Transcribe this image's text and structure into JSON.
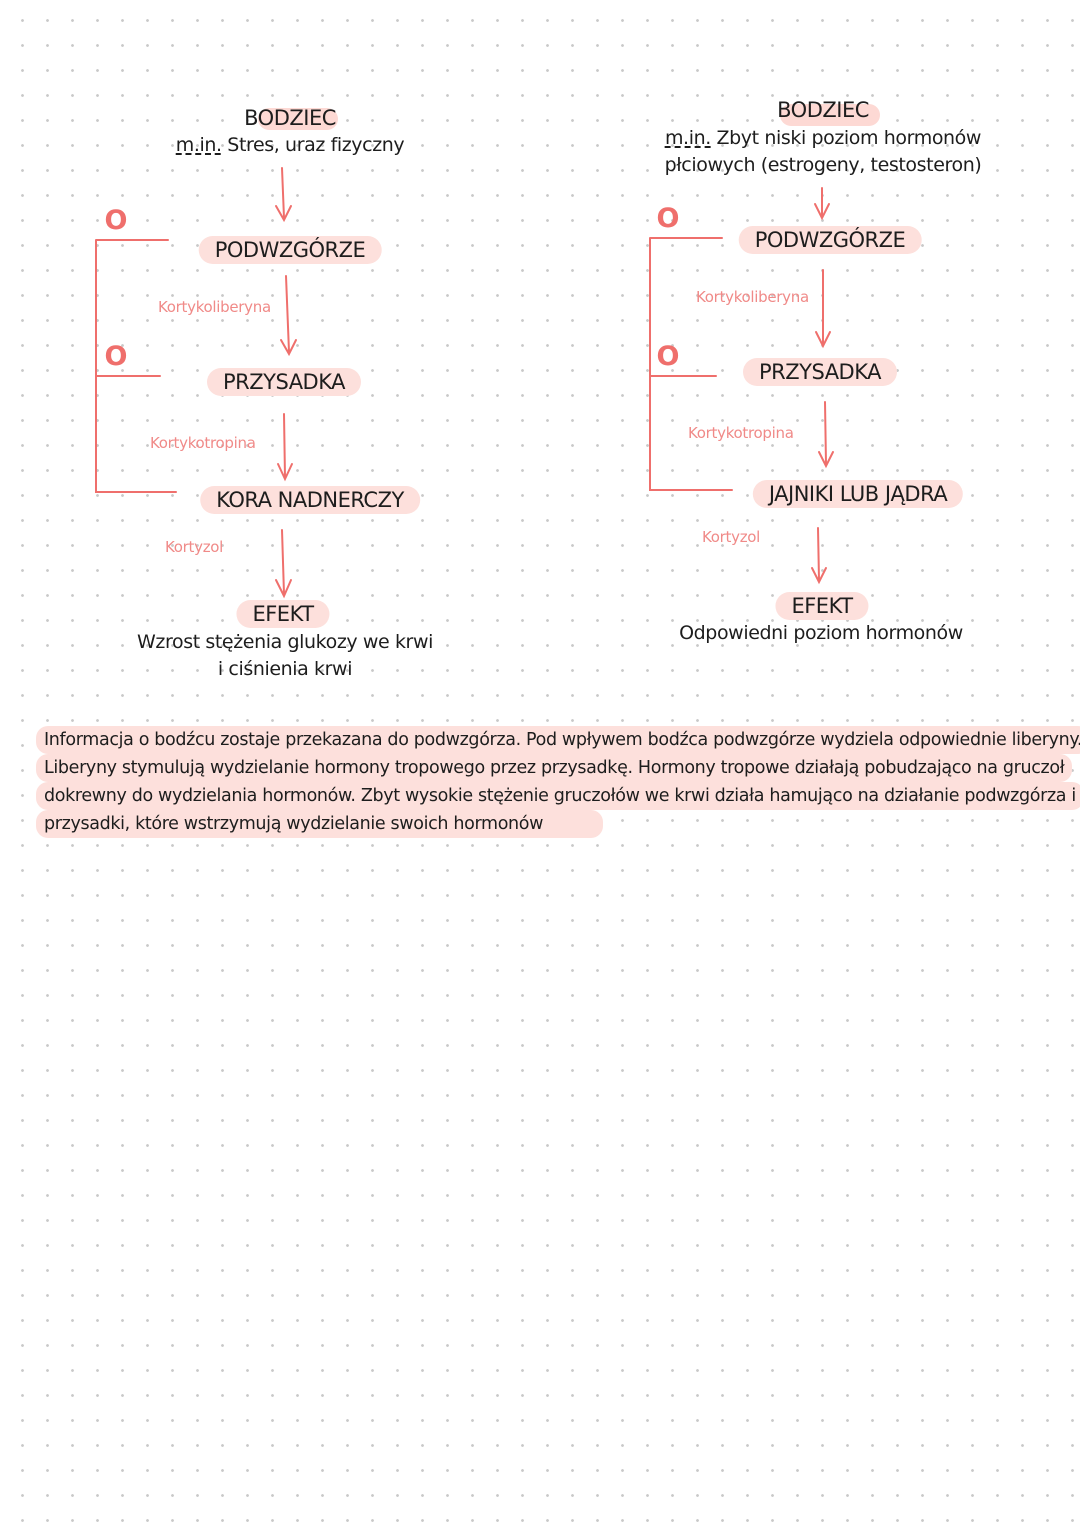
{
  "accent_color": "#ef6f6c",
  "highlight_color": "#fde0dc",
  "left": {
    "stimulus_title": "BODZIEC",
    "stimulus_abbr": "m.in.",
    "stimulus_text": "Stres, uraz fizyczny",
    "gland_1": "PODWZGÓRZE",
    "hormone_1": "Kortykoliberyna",
    "gland_2": "PRZYSADKA",
    "hormone_2": "Kortykotropina",
    "gland_3": "KORA NADNERCZY",
    "hormone_3": "Kortyzol",
    "effect_title": "EFEKT",
    "effect_line_1": "Wzrost stężenia glukozy we krwi",
    "effect_line_2": "i ciśnienia krwi",
    "inhibit_symbol_1": "O",
    "inhibit_symbol_2": "O"
  },
  "right": {
    "stimulus_title": "BODZIEC",
    "stimulus_abbr": "m.in.",
    "stimulus_text_1": "Zbyt niski poziom hormonów",
    "stimulus_text_2": "płciowych (estrogeny, testosteron)",
    "gland_1": "PODWZGÓRZE",
    "hormone_1": "Kortykoliberyna",
    "gland_2": "PRZYSADKA",
    "hormone_2": "Kortykotropina",
    "gland_3": "JAJNIKI LUB JĄDRA",
    "hormone_3": "Kortyzol",
    "effect_title": "EFEKT",
    "effect_line_1": "Odpowiedni poziom hormonów",
    "inhibit_symbol_1": "O",
    "inhibit_symbol_2": "O"
  },
  "paragraph": {
    "line_1": "Informacja o bodźcu zostaje przekazana do podwzgórza. Pod wpływem bodźca podwzgórze wydziela odpowiednie liberyny.",
    "line_2": "Liberyny stymulują wydzielanie hormony tropowego przez przysadkę. Hormony tropowe działają pobudzająco na gruczoł",
    "line_3": "dokrewny do wydzielania hormonów. Zbyt wysokie stężenie gruczołów we krwi działa hamująco na działanie podwzgórza i",
    "line_4": "przysadki, które wstrzymują wydzielanie swoich hormonów"
  }
}
